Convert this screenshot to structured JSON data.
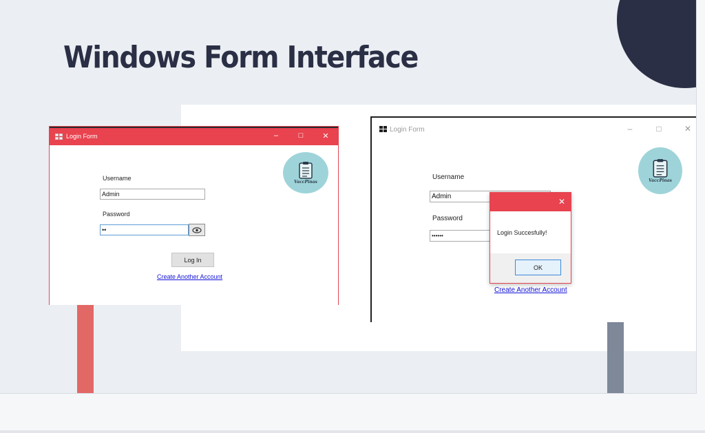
{
  "slide": {
    "title": "Windows Form Interface",
    "colors": {
      "dark": "#2b2f45",
      "accent_red": "#e8434f",
      "bar_red": "#e26866",
      "bar_gray": "#7e8899"
    }
  },
  "window_left": {
    "title": "Login Form",
    "username_label": "Username",
    "username_value": "Admin",
    "password_label": "Password",
    "password_value": "••",
    "login_button": "Log In",
    "create_account_link": "Create Another Account",
    "logo_text": "VaccPinas",
    "controls": {
      "minimize": "–",
      "maximize": "□",
      "close": "✕"
    }
  },
  "window_right": {
    "title": "Login Form",
    "username_label": "Username",
    "username_value": "Admin",
    "password_label": "Password",
    "password_value": "••••••",
    "create_account_link": "Create Another Account",
    "logo_text": "VaccPinas",
    "controls": {
      "minimize": "–",
      "maximize": "□",
      "close": "✕"
    }
  },
  "message_box": {
    "close": "✕",
    "message": "Login Succesfully!",
    "ok_button": "OK"
  }
}
